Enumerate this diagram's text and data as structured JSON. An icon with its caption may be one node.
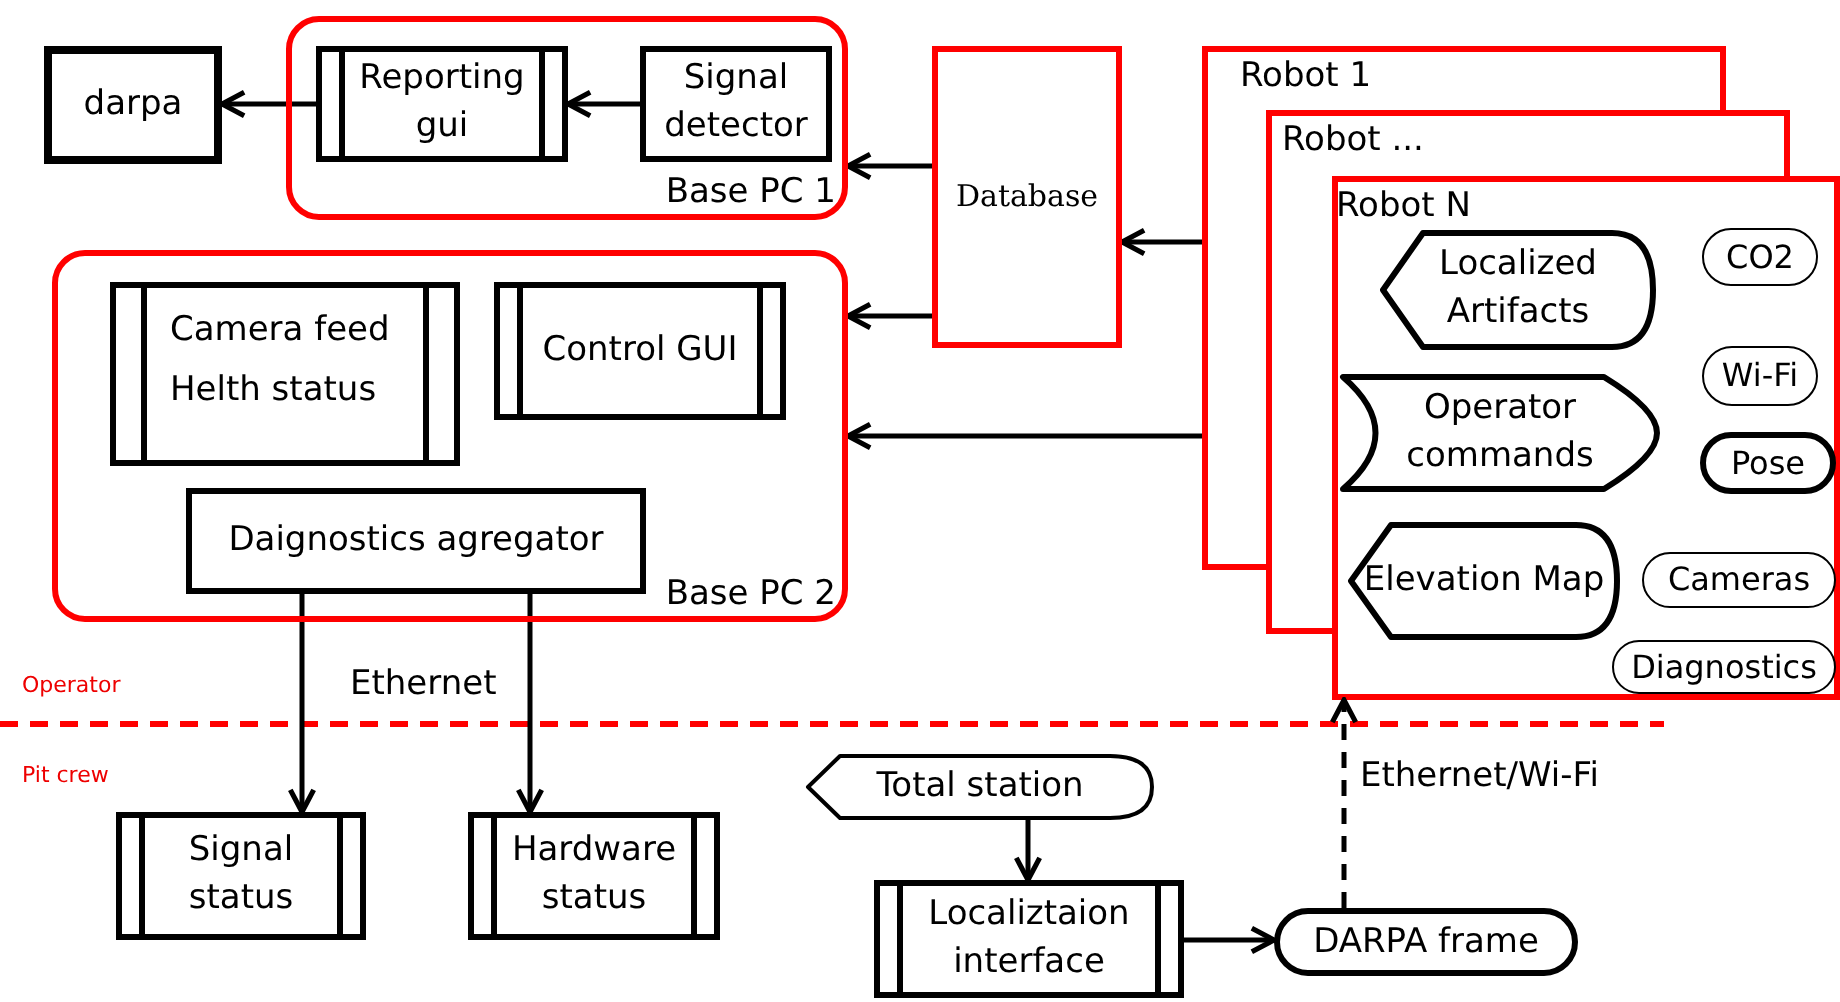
{
  "diagram": {
    "nodes": [
      {
        "text": [
          "darpa"
        ]
      },
      {
        "text": [
          "Base PC 1"
        ]
      },
      {
        "text": [
          "Reporting gui"
        ],
        "in": 1
      },
      {
        "text": [
          "Signal detector"
        ],
        "in": 1
      },
      {
        "text": [
          "Database"
        ]
      },
      {
        "text": [
          "Base PC 2"
        ]
      },
      {
        "text": [
          "Camera feed",
          "Helth status"
        ],
        "in": 5
      },
      {
        "text": [
          "Control GUI"
        ],
        "in": 5
      },
      {
        "text": [
          "Daignostics agregator"
        ],
        "in": 5
      },
      {
        "text": [
          "Robot 1"
        ]
      },
      {
        "text": [
          "Robot ..."
        ]
      },
      {
        "text": [
          "Robot N"
        ]
      },
      {
        "text": [
          "Localized Artifacts"
        ]
      },
      {
        "text": [
          "Operator commands"
        ]
      },
      {
        "text": [
          "Elevation Map"
        ]
      },
      {
        "text": [
          "CO2"
        ],
        "in": 11
      },
      {
        "text": [
          "Wi-Fi"
        ],
        "in": 11
      },
      {
        "text": [
          "Pose"
        ],
        "in": 11
      },
      {
        "text": [
          "Cameras"
        ],
        "in": 11
      },
      {
        "text": [
          "Diagnostics"
        ],
        "in": 11
      },
      {
        "text": [
          "Signal status"
        ]
      },
      {
        "text": [
          "Hardware status"
        ]
      },
      {
        "text": [
          "Total station"
        ]
      },
      {
        "text": [
          "Localiztaion interface"
        ]
      },
      {
        "text": [
          "DARPA frame"
        ]
      }
    ],
    "edges": [
      {
        "from": 2,
        "to": 0,
        "arrow": "to"
      },
      {
        "from": 3,
        "to": 2,
        "arrow": "to"
      },
      {
        "from": 4,
        "to": 1,
        "arrow": "to"
      },
      {
        "from": 4,
        "to": 5,
        "arrow": "to"
      },
      {
        "from": 9,
        "to": 4,
        "arrow": "to"
      },
      {
        "from": 9,
        "to": 5,
        "arrow": "to"
      },
      {
        "from": 8,
        "to": 20,
        "arrow": "to"
      },
      {
        "from": 8,
        "to": 21,
        "arrow": "to",
        "label": "Ethernet"
      },
      {
        "from": 22,
        "to": 23,
        "arrow": "to"
      },
      {
        "from": 23,
        "to": 24,
        "arrow": "to"
      },
      {
        "from": 24,
        "to": 11,
        "arrow": "to",
        "style": "dashed",
        "label": "Ethernet/Wi-Fi"
      }
    ],
    "labels": [
      "Operator",
      "Pit crew"
    ]
  }
}
